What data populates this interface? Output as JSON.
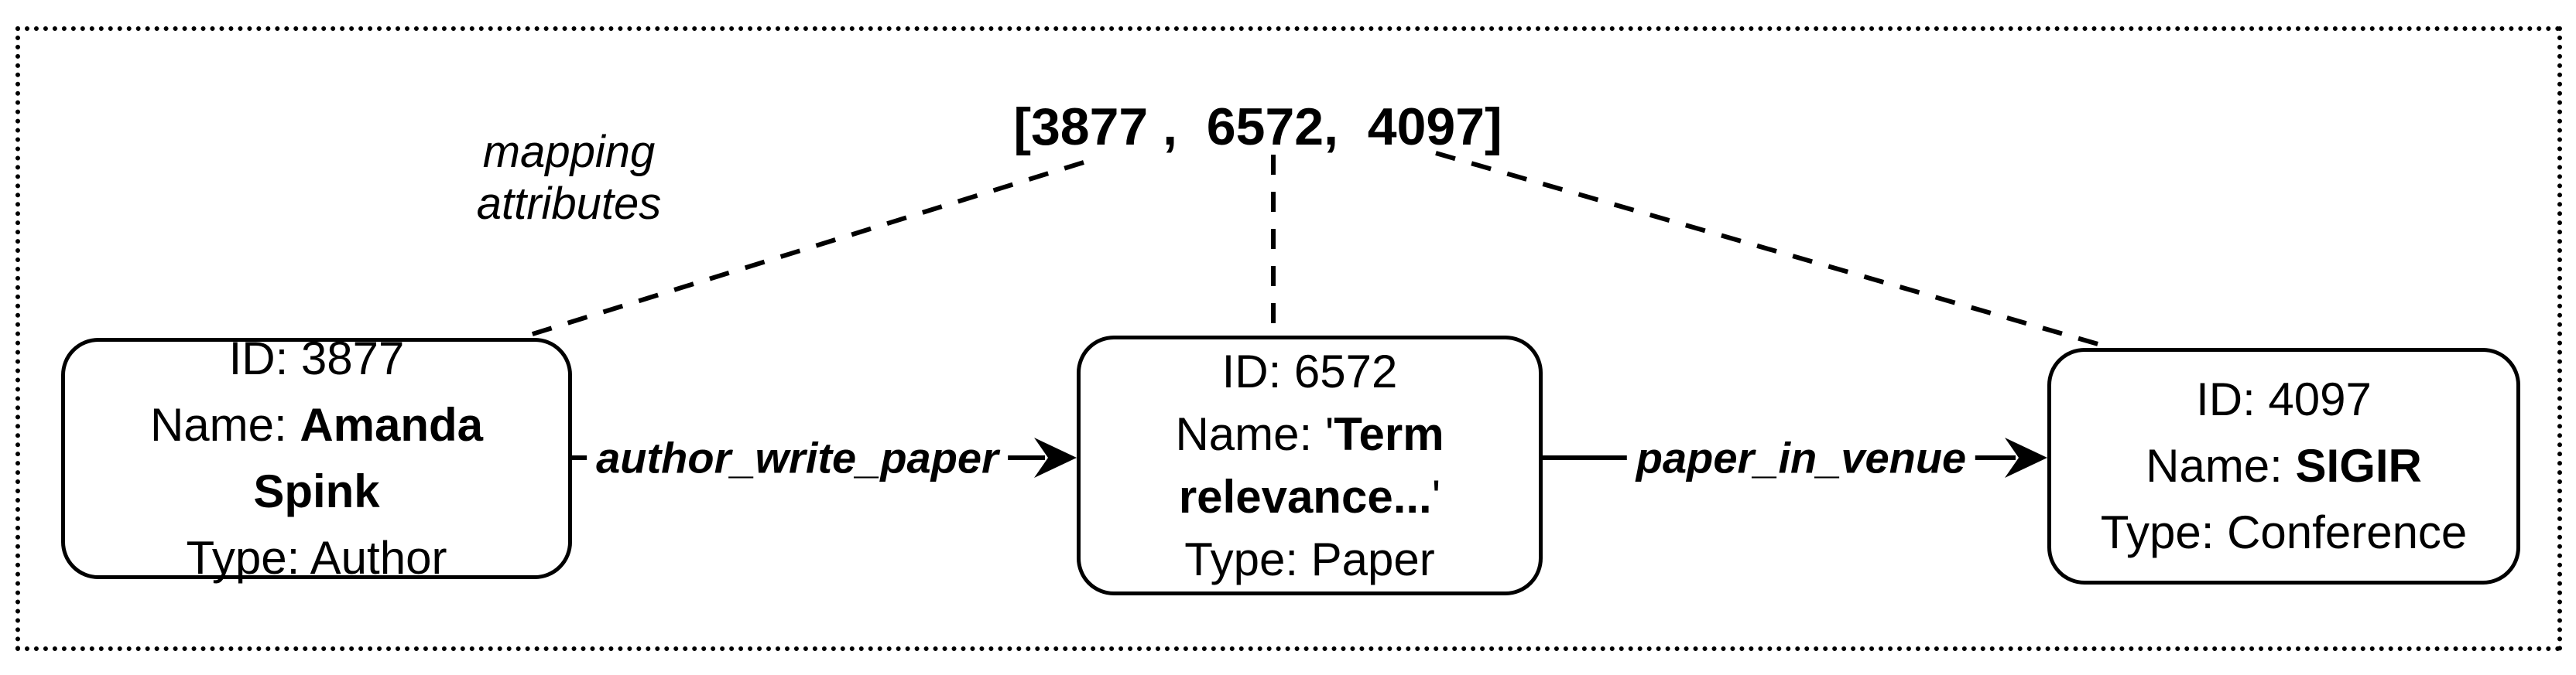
{
  "colors": {
    "ink": "#000000",
    "background": "#ffffff"
  },
  "annotation": {
    "mapping_line1": "mapping",
    "mapping_line2": "attributes",
    "id_list": "[3877 ,  6572,  4097]"
  },
  "nodes": [
    {
      "id": "ID: 3877",
      "name_prefix": "Name: ",
      "name_bold": "Amanda Spink",
      "name_suffix": "",
      "type": "Type: Author"
    },
    {
      "id": "ID: 6572",
      "name_prefix": "Name: '",
      "name_bold": "Term relevance...",
      "name_suffix": "'",
      "type": "Type: Paper"
    },
    {
      "id": "ID: 4097",
      "name_prefix": "Name: ",
      "name_bold": "SIGIR",
      "name_suffix": "",
      "type": "Type: Conference"
    }
  ],
  "edges": [
    {
      "label": "author_write_paper"
    },
    {
      "label": "paper_in_venue"
    }
  ]
}
